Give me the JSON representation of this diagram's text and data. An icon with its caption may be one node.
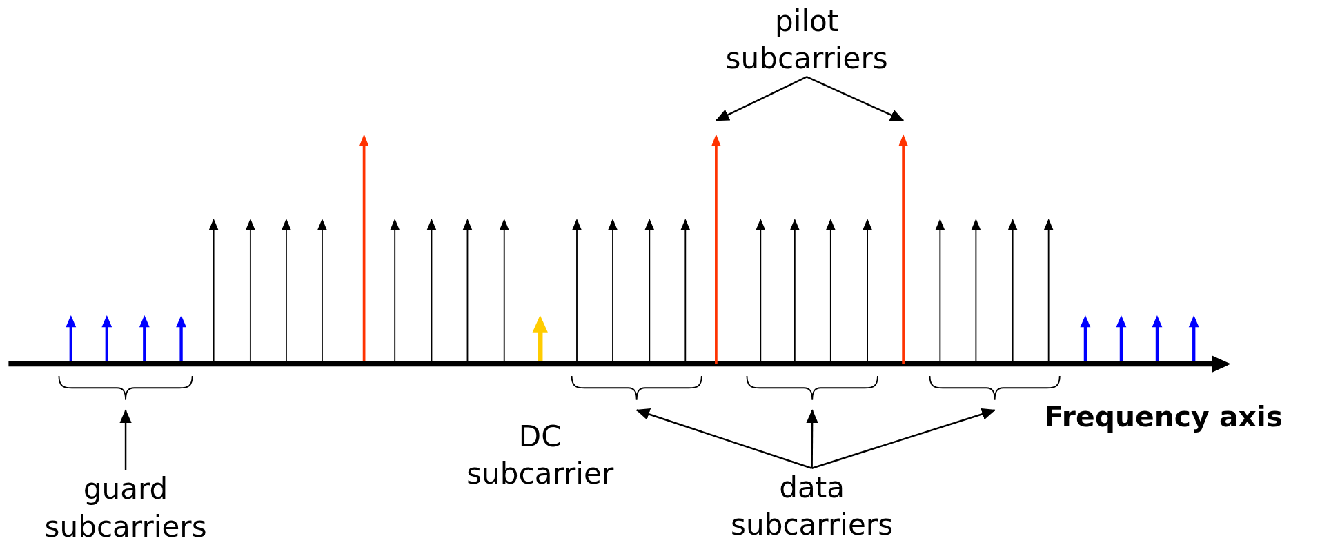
{
  "diagram": {
    "nodes": [
      {
        "text": [
          "pilot subcarriers"
        ]
      },
      {
        "text": [],
        "shape": "arrow"
      },
      {
        "text": [],
        "shape": "arrow"
      },
      {
        "text": [],
        "shape": "brace"
      },
      {
        "text": [],
        "shape": "brace"
      },
      {
        "text": [],
        "shape": "brace"
      },
      {
        "text": [],
        "shape": "brace"
      },
      {
        "text": [
          "guard subcarriers"
        ]
      },
      {
        "text": [
          "data subcarriers"
        ]
      }
    ],
    "edges": [
      {
        "from": 0,
        "to": 1,
        "arrow": "to"
      },
      {
        "from": 0,
        "to": 2,
        "arrow": "to"
      },
      {
        "from": 7,
        "to": 3,
        "arrow": "to"
      },
      {
        "from": 8,
        "to": 4,
        "arrow": "to"
      },
      {
        "from": 8,
        "to": 5,
        "arrow": "to"
      },
      {
        "from": 8,
        "to": 6,
        "arrow": "to"
      }
    ],
    "labels": [
      "DC subcarrier",
      "Frequency axis"
    ]
  }
}
